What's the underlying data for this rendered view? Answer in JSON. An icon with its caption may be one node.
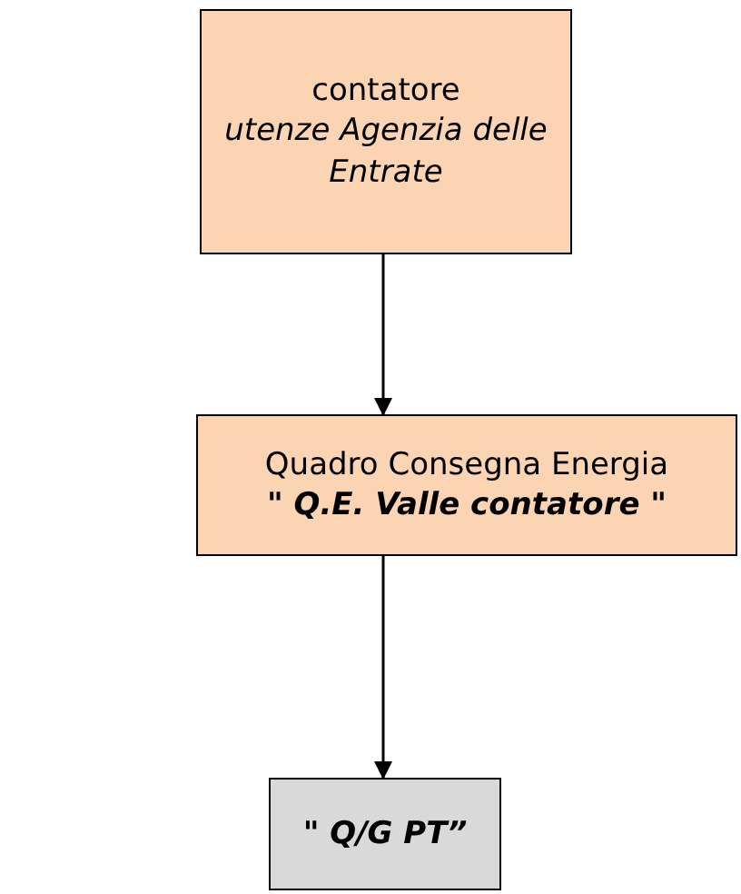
{
  "diagram": {
    "nodes": [
      {
        "text": [
          "contatore",
          "utenze Agenzia delle Entrate"
        ]
      },
      {
        "text": [
          "Quadro Consegna Energia",
          "\" Q.E. Valle contatore \""
        ]
      },
      {
        "text": [
          "\" Q/G PT”"
        ]
      }
    ],
    "edges": [
      {
        "from": 0,
        "to": 1,
        "arrow": "to"
      },
      {
        "from": 1,
        "to": 2,
        "arrow": "to"
      }
    ]
  }
}
